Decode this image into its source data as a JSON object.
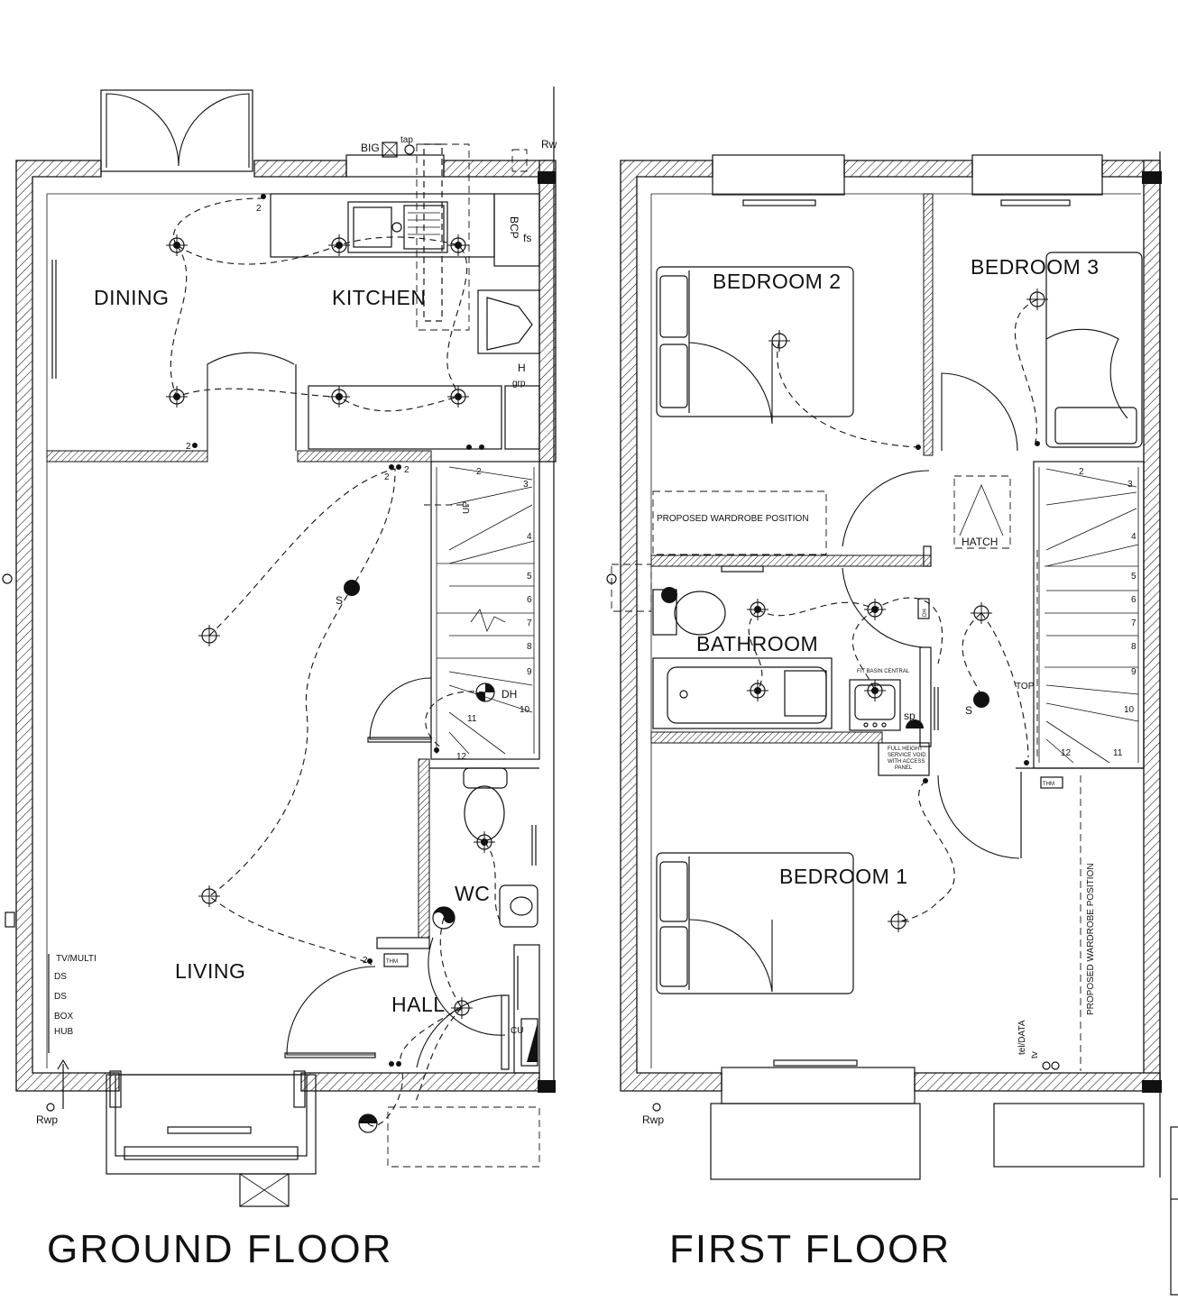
{
  "drawings": {
    "ground_floor": {
      "title": "GROUND FLOOR",
      "rooms": {
        "dining": "DINING",
        "kitchen": "KITCHEN",
        "living": "LIVING",
        "hall": "HALL",
        "wc": "WC"
      },
      "labels": {
        "big": "BIG",
        "tap": "tap",
        "rw": "Rw",
        "bcp": "BCP",
        "fs": "fs",
        "hob": "H",
        "grp": "grp",
        "s": "S",
        "dh": "DH",
        "thm": "THM",
        "cu": "CU",
        "rwp": "Rwp",
        "up": "UP"
      },
      "media_points": [
        "TV/MULTI",
        "DS",
        "DS",
        "BOX",
        "HUB"
      ],
      "socket_counts": [
        "2",
        "2",
        "2",
        "2",
        "2"
      ],
      "stair_numbers": [
        "2",
        "3",
        "4",
        "5",
        "6",
        "7",
        "8",
        "9",
        "10",
        "11",
        "12"
      ]
    },
    "first_floor": {
      "title": "FIRST FLOOR",
      "rooms": {
        "bedroom2": "BEDROOM 2",
        "bedroom3": "BEDROOM 3",
        "bedroom1": "BEDROOM 1",
        "bathroom": "BATHROOM"
      },
      "labels": {
        "wardrobe_h": "PROPOSED WARDROBE POSITION",
        "wardrobe_v": "PROPOSED WARDROBE POSITION",
        "hatch": "HATCH",
        "s": "S",
        "sp": "sp",
        "top": "TOP",
        "thm": "THM",
        "dh": "DH",
        "teldata": "tel/DATA",
        "tv": "tv",
        "rwp": "Rwp",
        "basin_note": "FIT BASIN CENTRAL",
        "service_void": "FULL HEIGHT SERVICE VOID WITH ACCESS PANEL"
      },
      "stair_numbers": [
        "2",
        "3",
        "4",
        "5",
        "6",
        "7",
        "8",
        "9",
        "10",
        "11",
        "12"
      ]
    }
  }
}
